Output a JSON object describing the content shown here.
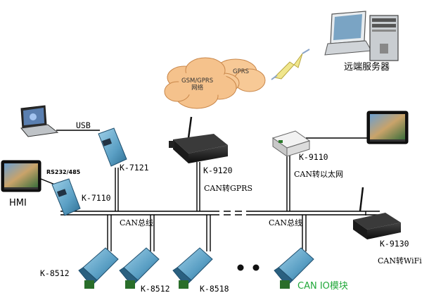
{
  "labels": {
    "remote_server": "远端服务器",
    "cloud_main_line1": "GSM/GPRS",
    "cloud_main_line2": "网络",
    "cloud_back": "GPRS",
    "usb": "USB",
    "k7121": "K-7121",
    "rs232_485": "RS232/485",
    "hmi": "HMI",
    "k7110": "K-7110",
    "k9120": "K-9120",
    "can_gprs": "CAN转GPRS",
    "k9110": "K-9110",
    "can_ethernet": "CAN转以太网",
    "can_bus_left": "CAN总线",
    "can_bus_right": "CAN总线",
    "k9130": "K-9130",
    "can_wifi": "CAN转WiFi",
    "k8512_a": "K-8512",
    "k8512_b": "K-8512",
    "k8518": "K-8518",
    "can_io_module": "CAN IO模块"
  },
  "colors": {
    "module_body": "#6aa6c8",
    "module_dark": "#2f6f93",
    "cloud_fill": "#f5c28c",
    "io_label": "#22a83a",
    "line": "#000000"
  },
  "icons": [
    "laptop",
    "desktop-server",
    "lightning-wireless",
    "cloud",
    "hmi-panel",
    "gateway-module",
    "io-module",
    "ellipsis-dots"
  ]
}
